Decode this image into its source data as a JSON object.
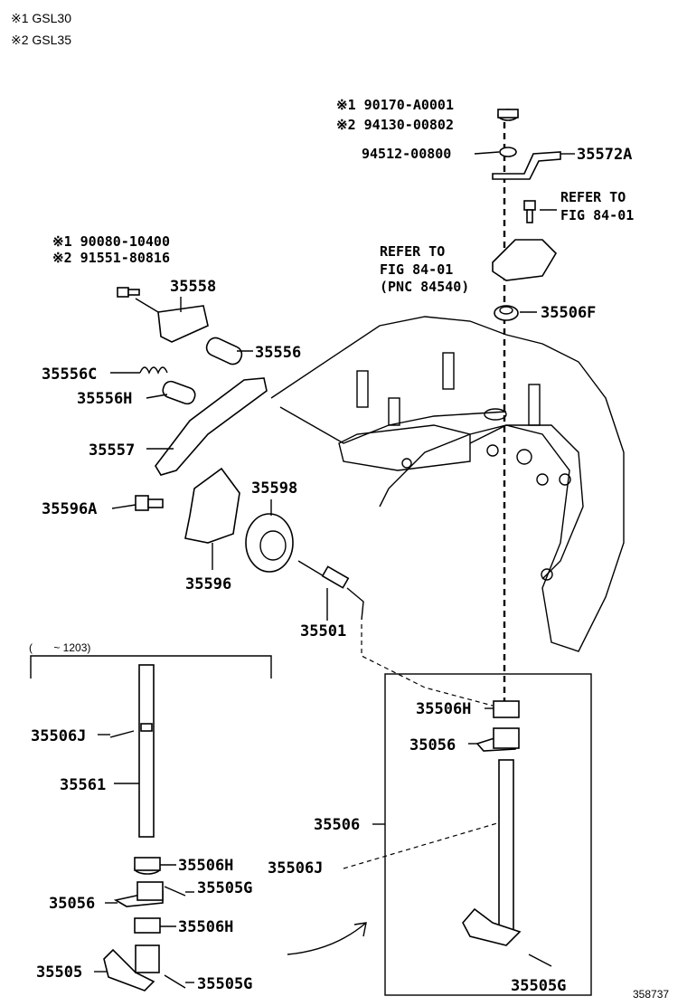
{
  "notes": {
    "n1": "※1 GSL30",
    "n2": "※2 GSL35",
    "range": "(       ~ 1203)",
    "figure_id": "358737"
  },
  "labels": {
    "nut_1": "※1 90170-A0001",
    "nut_2": "※2 94130-00802",
    "washer": "94512-00800",
    "lever_35572A": "35572A",
    "refer1_a": "REFER TO",
    "refer1_b": "FIG 84-01",
    "refer2_a": "REFER TO",
    "refer2_b": "FIG 84-01",
    "refer2_c": "(PNC 84540)",
    "seal_35506F": "35506F",
    "bolt_1": "※1 90080-10400",
    "bolt_2": "※2 91551-80816",
    "p35558": "35558",
    "p35556": "35556",
    "p35556C": "35556C",
    "p35556H": "35556H",
    "p35557": "35557",
    "p35596A": "35596A",
    "p35598": "35598",
    "p35596": "35596",
    "p35501": "35501",
    "l_35506J": "35506J",
    "l_35561": "35561",
    "l_35506H_a": "35506H",
    "l_35505G_a": "35505G",
    "l_35056": "35056",
    "l_35506H_b": "35506H",
    "l_35505": "35505",
    "l_35505G_b": "35505G",
    "r_35506H": "35506H",
    "r_35056": "35056",
    "r_35506": "35506",
    "r_35506J": "35506J",
    "r_35505G": "35505G"
  }
}
